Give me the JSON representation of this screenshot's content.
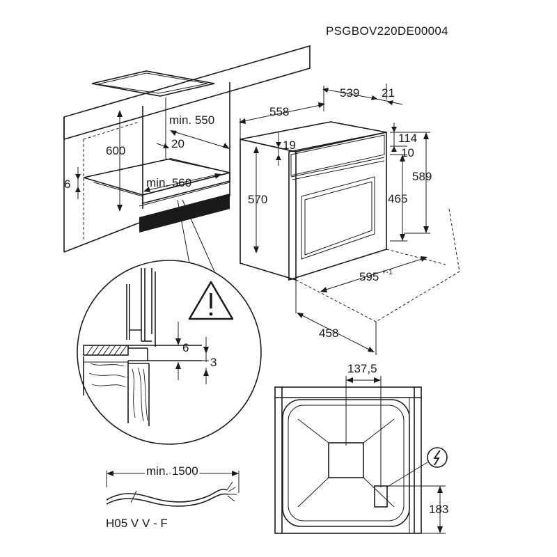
{
  "code": "PSGBOV220DE00004",
  "cabinet": {
    "height": "600",
    "depth_min": "min. 550",
    "gap": "20",
    "width_min": "min. 560",
    "ventilation": "6"
  },
  "oven": {
    "depth_total": "558",
    "depth_body": "539",
    "front_thickness": "21",
    "top_offset": "19",
    "top_gap": "114",
    "small_gap": "10",
    "height_body": "570",
    "height_door": "465",
    "height_total": "589",
    "width": "595",
    "width_tolerance": "+-1",
    "depth_bottom": "458"
  },
  "detail": {
    "gap_top": "6",
    "gap_bottom": "3"
  },
  "cable": {
    "length": "min. 1500",
    "type": "H05 V V - F"
  },
  "back_view": {
    "offset_x": "137,5",
    "offset_y": "183"
  }
}
